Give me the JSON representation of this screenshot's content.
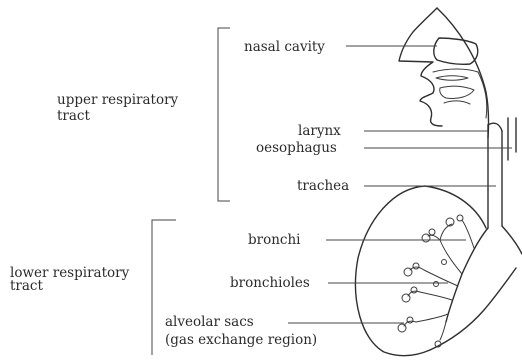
{
  "groups": {
    "upper": {
      "line1": "upper respiratory",
      "line2": "tract"
    },
    "lower": {
      "line1": "lower respiratory",
      "line2": "tract"
    }
  },
  "labels": {
    "nasal_cavity": "nasal cavity",
    "larynx": "larynx",
    "oesophagus": "oesophagus",
    "trachea": "trachea",
    "bronchi": "bronchi",
    "bronchioles": "bronchioles",
    "alveolar_sacs": "alveolar sacs",
    "gas_exchange": "(gas exchange region)"
  }
}
